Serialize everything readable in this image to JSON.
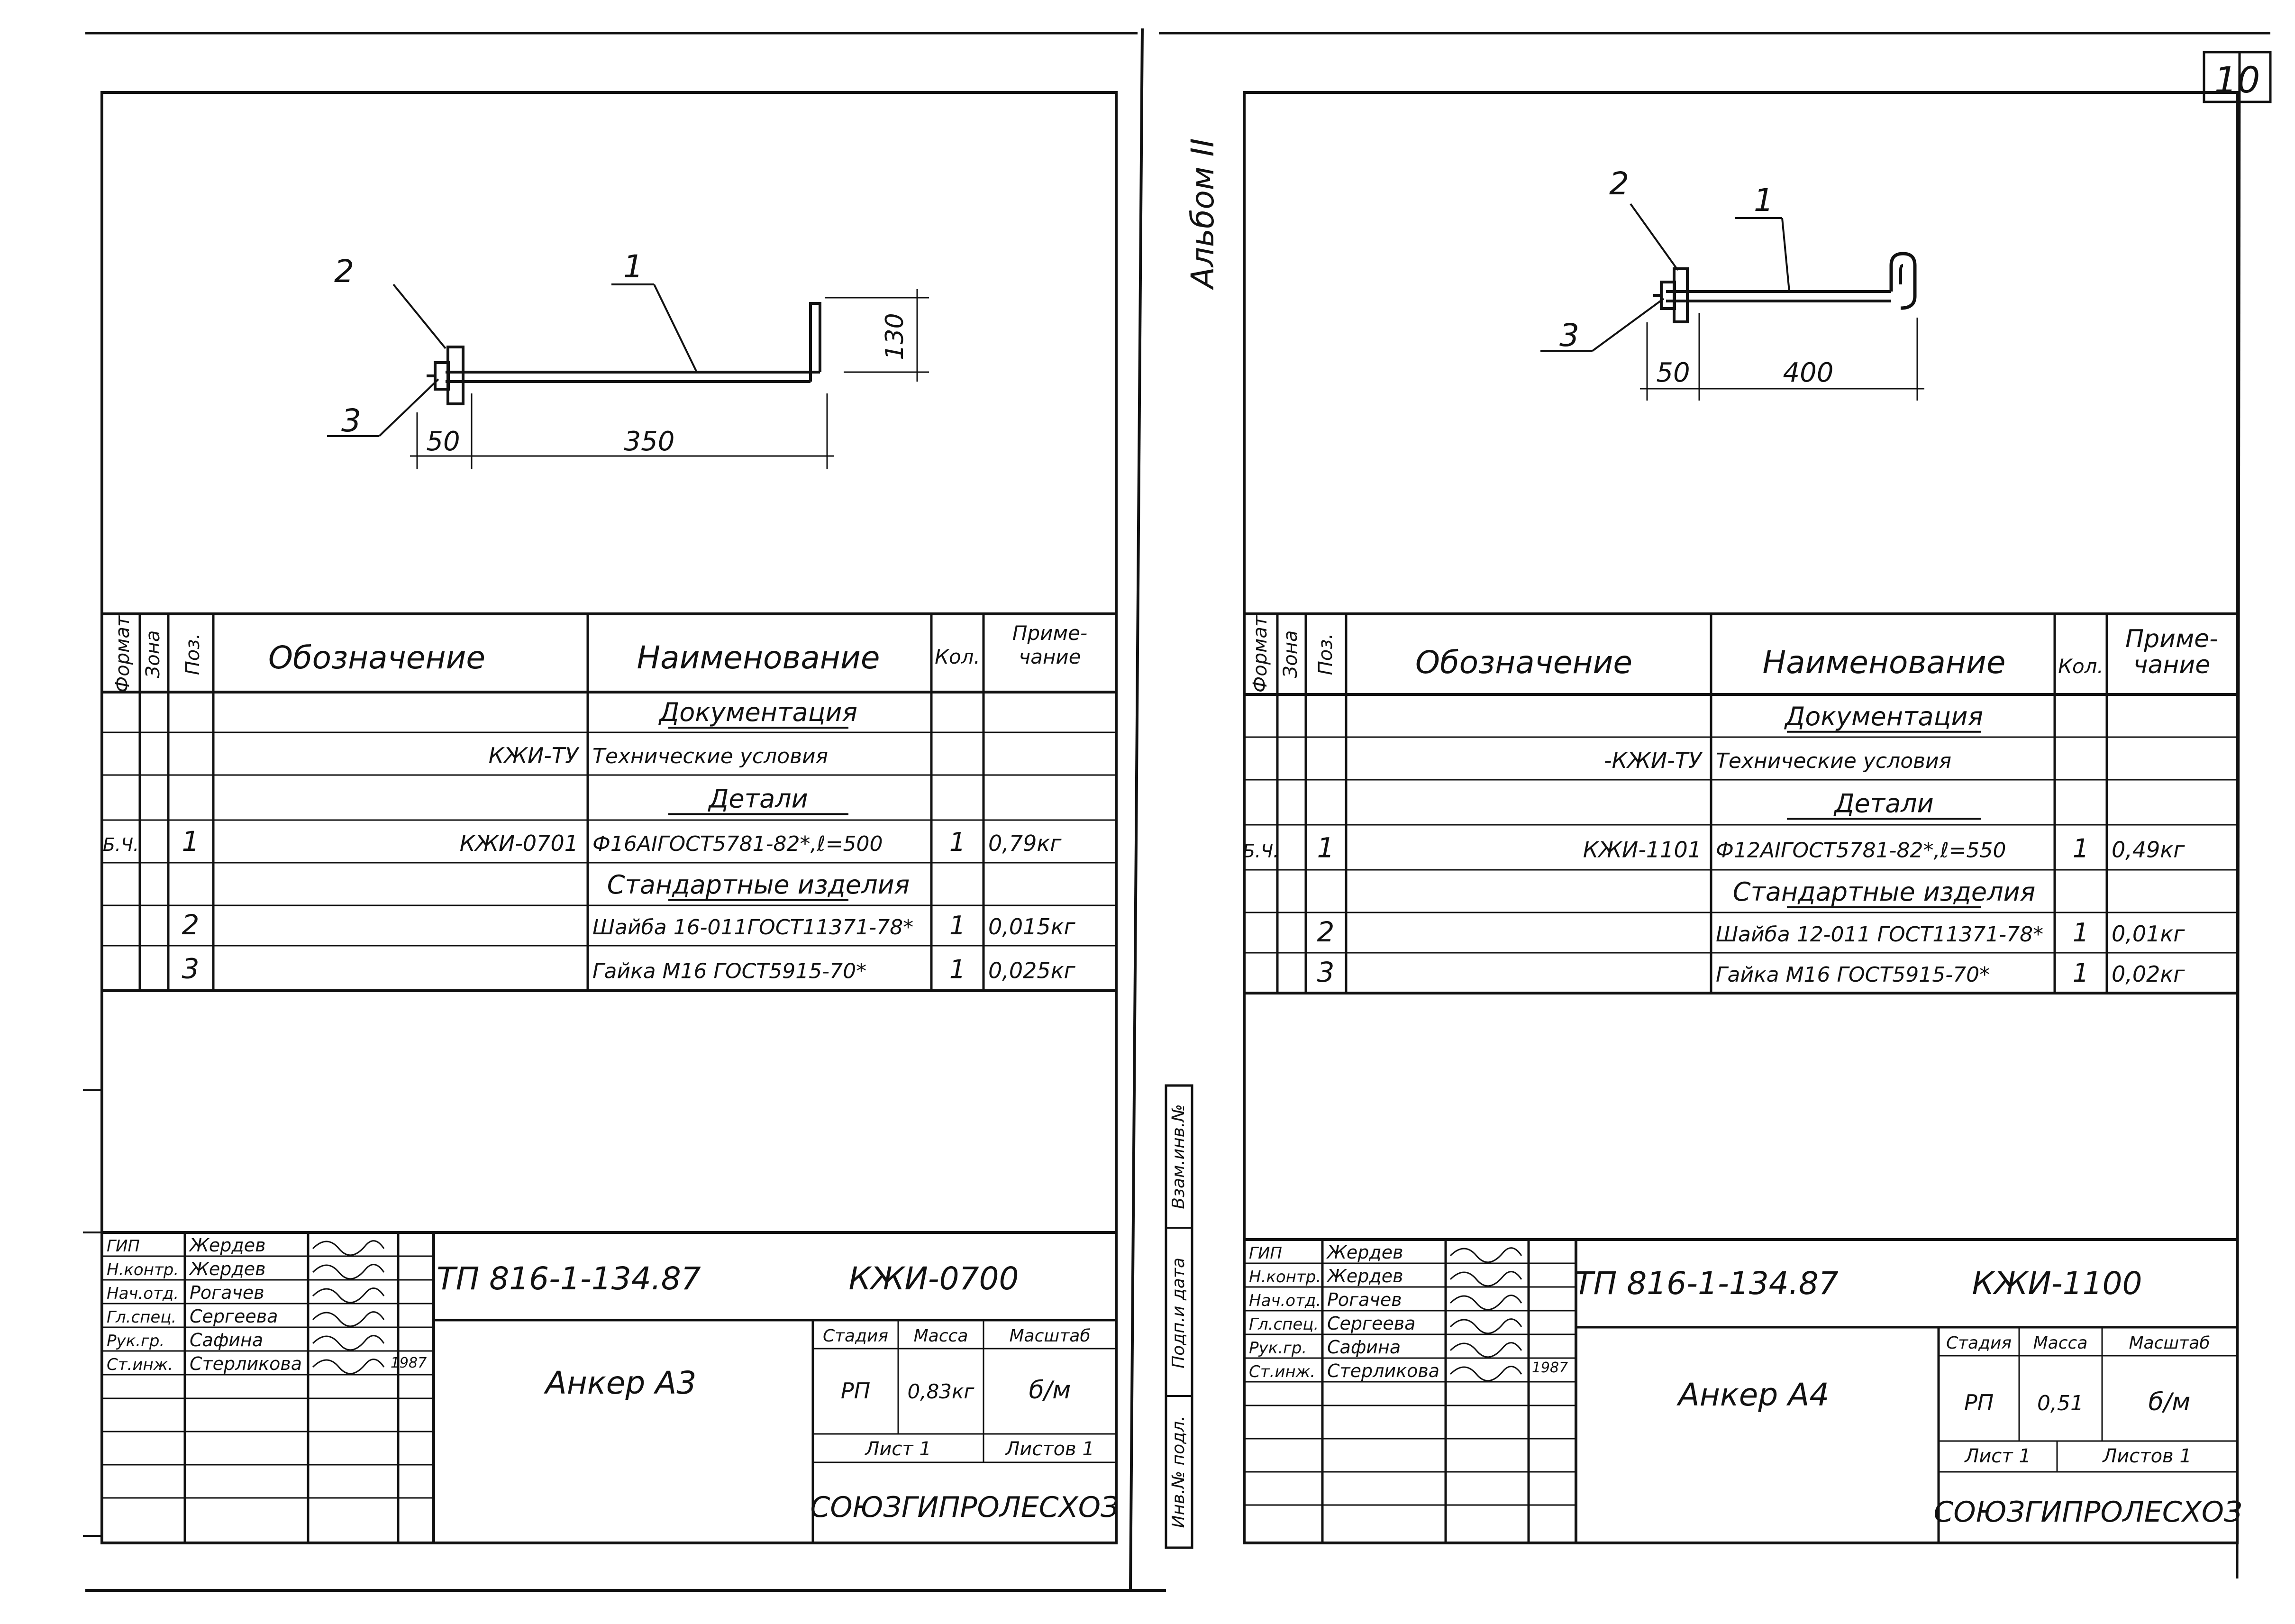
{
  "page_number": "10",
  "album_label": "Альбом II",
  "headers": {
    "format": "Формат",
    "zone": "Зона",
    "pos": "Поз.",
    "designation": "Обозначение",
    "name": "Наименование",
    "qty_left": "Кол.",
    "qty_right": "Кол.",
    "note_line1": "Приме-",
    "note_line2": "чание"
  },
  "side_stamp": {
    "vzam": "Взам.инв.№",
    "podp": "Подп.и дата",
    "inv": "Инв.№ подл."
  },
  "sheets": [
    {
      "drawing": {
        "pos1": "1",
        "pos2": "2",
        "pos3": "3",
        "dim_washer": "50",
        "dim_length": "350",
        "dim_hook": "130"
      },
      "rows": [
        {
          "fmt": "",
          "pos": "",
          "designation": "",
          "name": "Документация",
          "qty": "",
          "note": "",
          "section": true
        },
        {
          "fmt": "",
          "pos": "",
          "designation": "КЖИ-ТУ",
          "name": "Технические условия",
          "qty": "",
          "note": "",
          "section": false
        },
        {
          "fmt": "",
          "pos": "",
          "designation": "",
          "name": "Детали",
          "qty": "",
          "note": "",
          "section": true
        },
        {
          "fmt": "Б.Ч.",
          "pos": "1",
          "designation": "КЖИ-0701",
          "name": "Ф16АIГОСТ5781-82*,ℓ=500",
          "qty": "1",
          "note": "0,79кг",
          "section": false
        },
        {
          "fmt": "",
          "pos": "",
          "designation": "",
          "name": "Стандартные изделия",
          "qty": "",
          "note": "",
          "section": true
        },
        {
          "fmt": "",
          "pos": "2",
          "designation": "",
          "name": "Шайба 16-011ГОСТ11371-78*",
          "qty": "1",
          "note": "0,015кг",
          "section": false
        },
        {
          "fmt": "",
          "pos": "3",
          "designation": "",
          "name": "Гайка М16 ГОСТ5915-70*",
          "qty": "1",
          "note": "0,025кг",
          "section": false
        }
      ],
      "title_block": {
        "people": [
          {
            "role": "ГИП",
            "name": "Жердев"
          },
          {
            "role": "Н.контр.",
            "name": "Жердев"
          },
          {
            "role": "Нач.отд.",
            "name": "Рогачев"
          },
          {
            "role": "Гл.спец.",
            "name": "Сергеева"
          },
          {
            "role": "Рук.гр.",
            "name": "Сафина"
          },
          {
            "role": "Ст.инж.",
            "name": "Стерликова"
          }
        ],
        "year": "1987",
        "doc_number": "ТП 816-1-134.87",
        "doc_code": "КЖИ-0700",
        "title": "Анкер А3",
        "stage_label": "Стадия",
        "mass_label": "Масса",
        "scale_label": "Масштаб",
        "stage": "РП",
        "mass": "0,83кг",
        "scale": "б/м",
        "sheet_label": "Лист 1",
        "sheets_label": "Листов 1",
        "org": "СОЮЗГИПРОЛЕСХОЗ"
      }
    },
    {
      "drawing": {
        "pos1": "1",
        "pos2": "2",
        "pos3": "3",
        "dim_washer": "50",
        "dim_length": "400"
      },
      "rows": [
        {
          "fmt": "",
          "pos": "",
          "designation": "",
          "name": "Документация",
          "qty": "",
          "note": "",
          "section": true
        },
        {
          "fmt": "",
          "pos": "",
          "designation": "-КЖИ-ТУ",
          "name": "Технические условия",
          "qty": "",
          "note": "",
          "section": false
        },
        {
          "fmt": "",
          "pos": "",
          "designation": "",
          "name": "Детали",
          "qty": "",
          "note": "",
          "section": true
        },
        {
          "fmt": "Б.Ч.",
          "pos": "1",
          "designation": "КЖИ-1101",
          "name": "Ф12АIГОСТ5781-82*,ℓ=550",
          "qty": "1",
          "note": "0,49кг",
          "section": false
        },
        {
          "fmt": "",
          "pos": "",
          "designation": "",
          "name": "Стандартные изделия",
          "qty": "",
          "note": "",
          "section": true
        },
        {
          "fmt": "",
          "pos": "2",
          "designation": "",
          "name": "Шайба 12-011 ГОСТ11371-78*",
          "qty": "1",
          "note": "0,01кг",
          "section": false
        },
        {
          "fmt": "",
          "pos": "3",
          "designation": "",
          "name": "Гайка М16 ГОСТ5915-70*",
          "qty": "1",
          "note": "0,02кг",
          "section": false
        }
      ],
      "title_block": {
        "people": [
          {
            "role": "ГИП",
            "name": "Жердев"
          },
          {
            "role": "Н.контр.",
            "name": "Жердев"
          },
          {
            "role": "Нач.отд.",
            "name": "Рогачев"
          },
          {
            "role": "Гл.спец.",
            "name": "Сергеева"
          },
          {
            "role": "Рук.гр.",
            "name": "Сафина"
          },
          {
            "role": "Ст.инж.",
            "name": "Стерликова"
          }
        ],
        "year": "1987",
        "doc_number": "ТП 816-1-134.87",
        "doc_code": "КЖИ-1100",
        "title": "Анкер А4",
        "stage_label": "Стадия",
        "mass_label": "Масса",
        "scale_label": "Масштаб",
        "stage": "РП",
        "mass": "0,51",
        "scale": "б/м",
        "sheet_label": "Лист 1",
        "sheets_label": "Листов 1",
        "org": "СОЮЗГИПРОЛЕСХОЗ"
      }
    }
  ]
}
